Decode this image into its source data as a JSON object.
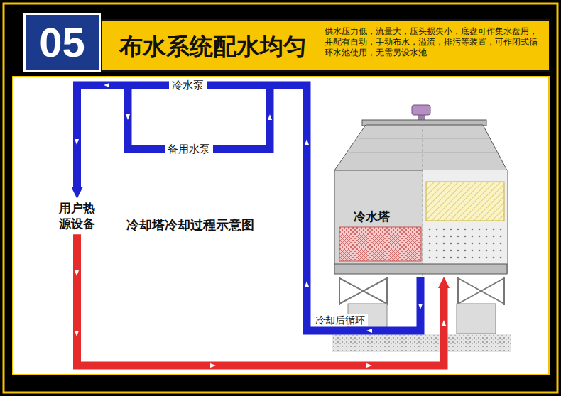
{
  "diagram": {
    "title": "布水系统配水均匀",
    "nodes": [
      {
        "text": [
          "05"
        ]
      },
      {
        "text": [
          "用户热源设备"
        ]
      },
      {
        "text": [
          "冷水塔"
        ]
      }
    ],
    "edges": [
      {
        "from": 2,
        "to": 1,
        "arrow": "to",
        "label": "冷却后循环"
      },
      {
        "from": 1,
        "to": 2,
        "arrow": "to"
      }
    ],
    "labels": [
      "供水压力低，流量大，压头损失小，底盘可作集水盘用，并配有自动，手动布水，溢流，排污等装置，可作闭式循环水池使用，无需另设水池",
      "冷水泵",
      "备用水泵",
      "冷却塔冷却过程示意图"
    ]
  }
}
